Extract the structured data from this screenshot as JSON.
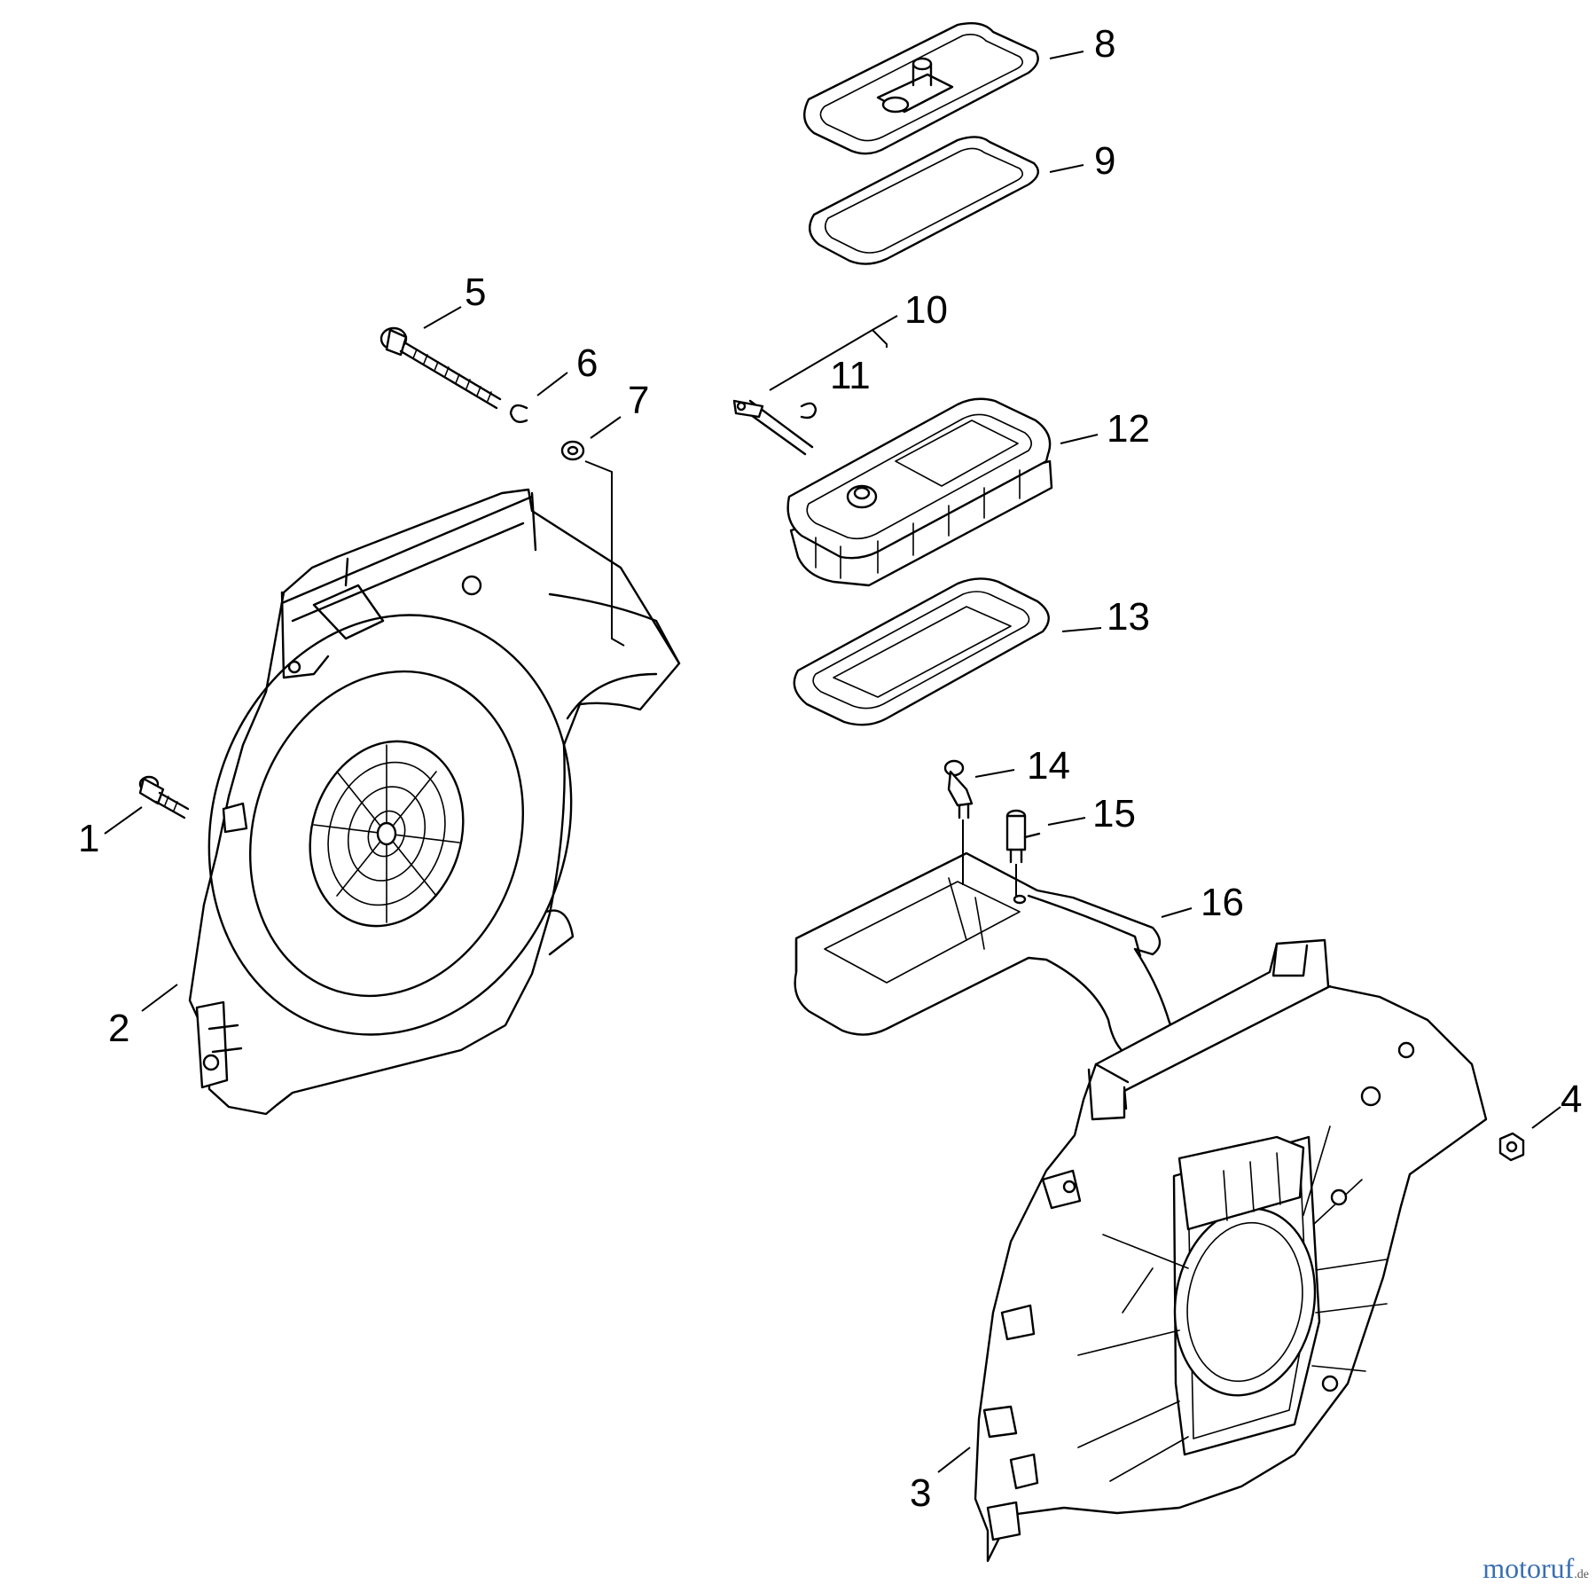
{
  "callouts": [
    {
      "id": "1",
      "label": "1"
    },
    {
      "id": "2",
      "label": "2"
    },
    {
      "id": "3",
      "label": "3"
    },
    {
      "id": "4",
      "label": "4"
    },
    {
      "id": "5",
      "label": "5"
    },
    {
      "id": "6",
      "label": "6"
    },
    {
      "id": "7",
      "label": "7"
    },
    {
      "id": "8",
      "label": "8"
    },
    {
      "id": "9",
      "label": "9"
    },
    {
      "id": "10",
      "label": "10"
    },
    {
      "id": "11",
      "label": "11"
    },
    {
      "id": "12",
      "label": "12"
    },
    {
      "id": "13",
      "label": "13"
    },
    {
      "id": "14",
      "label": "14"
    },
    {
      "id": "15",
      "label": "15"
    },
    {
      "id": "16",
      "label": "16"
    }
  ],
  "watermark": {
    "brand": "motoruf",
    "domain": ".de"
  },
  "colors": {
    "line": "#000000",
    "background": "#ffffff",
    "watermark": "#3a6fb0"
  }
}
